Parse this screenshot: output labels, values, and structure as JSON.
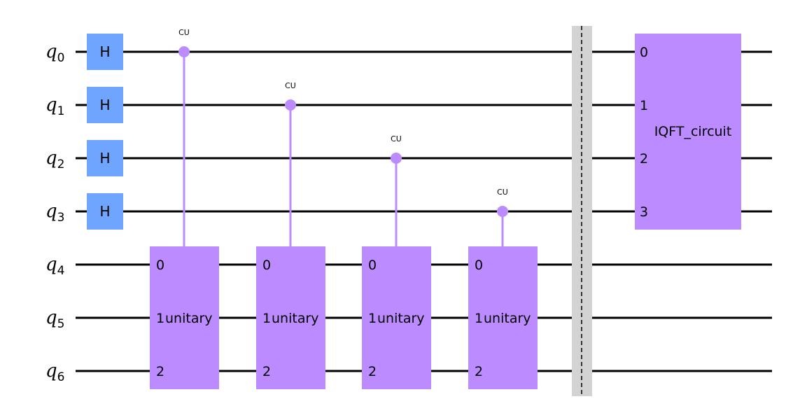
{
  "qubits": [
    {
      "name": "q",
      "index": "0"
    },
    {
      "name": "q",
      "index": "1"
    },
    {
      "name": "q",
      "index": "2"
    },
    {
      "name": "q",
      "index": "3"
    },
    {
      "name": "q",
      "index": "4"
    },
    {
      "name": "q",
      "index": "5"
    },
    {
      "name": "q",
      "index": "6"
    }
  ],
  "hadamard_gates": [
    {
      "label": "H",
      "qubit": 0
    },
    {
      "label": "H",
      "qubit": 1
    },
    {
      "label": "H",
      "qubit": 2
    },
    {
      "label": "H",
      "qubit": 3
    }
  ],
  "controlled_unitary_gates": [
    {
      "control_label": "CU",
      "control_qubit": 0,
      "target_qubits": [
        4,
        5,
        6
      ],
      "gate_label": "unitary",
      "port_labels": [
        "0",
        "1",
        "2"
      ]
    },
    {
      "control_label": "CU",
      "control_qubit": 1,
      "target_qubits": [
        4,
        5,
        6
      ],
      "gate_label": "unitary",
      "port_labels": [
        "0",
        "1",
        "2"
      ]
    },
    {
      "control_label": "CU",
      "control_qubit": 2,
      "target_qubits": [
        4,
        5,
        6
      ],
      "gate_label": "unitary",
      "port_labels": [
        "0",
        "1",
        "2"
      ]
    },
    {
      "control_label": "CU",
      "control_qubit": 3,
      "target_qubits": [
        4,
        5,
        6
      ],
      "gate_label": "unitary",
      "port_labels": [
        "0",
        "1",
        "2"
      ]
    }
  ],
  "barrier": {
    "qubits": [
      0,
      1,
      2,
      3,
      4,
      5,
      6
    ]
  },
  "iqft_gate": {
    "label": "IQFT_circuit",
    "qubits": [
      0,
      1,
      2,
      3
    ],
    "port_labels": [
      "0",
      "1",
      "2",
      "3"
    ]
  },
  "colors": {
    "wire": "#000000",
    "hadamard": "#6fa4ff",
    "unitary": "#bb8bff",
    "barrier": "#d3d3d3",
    "text": "#000000"
  }
}
